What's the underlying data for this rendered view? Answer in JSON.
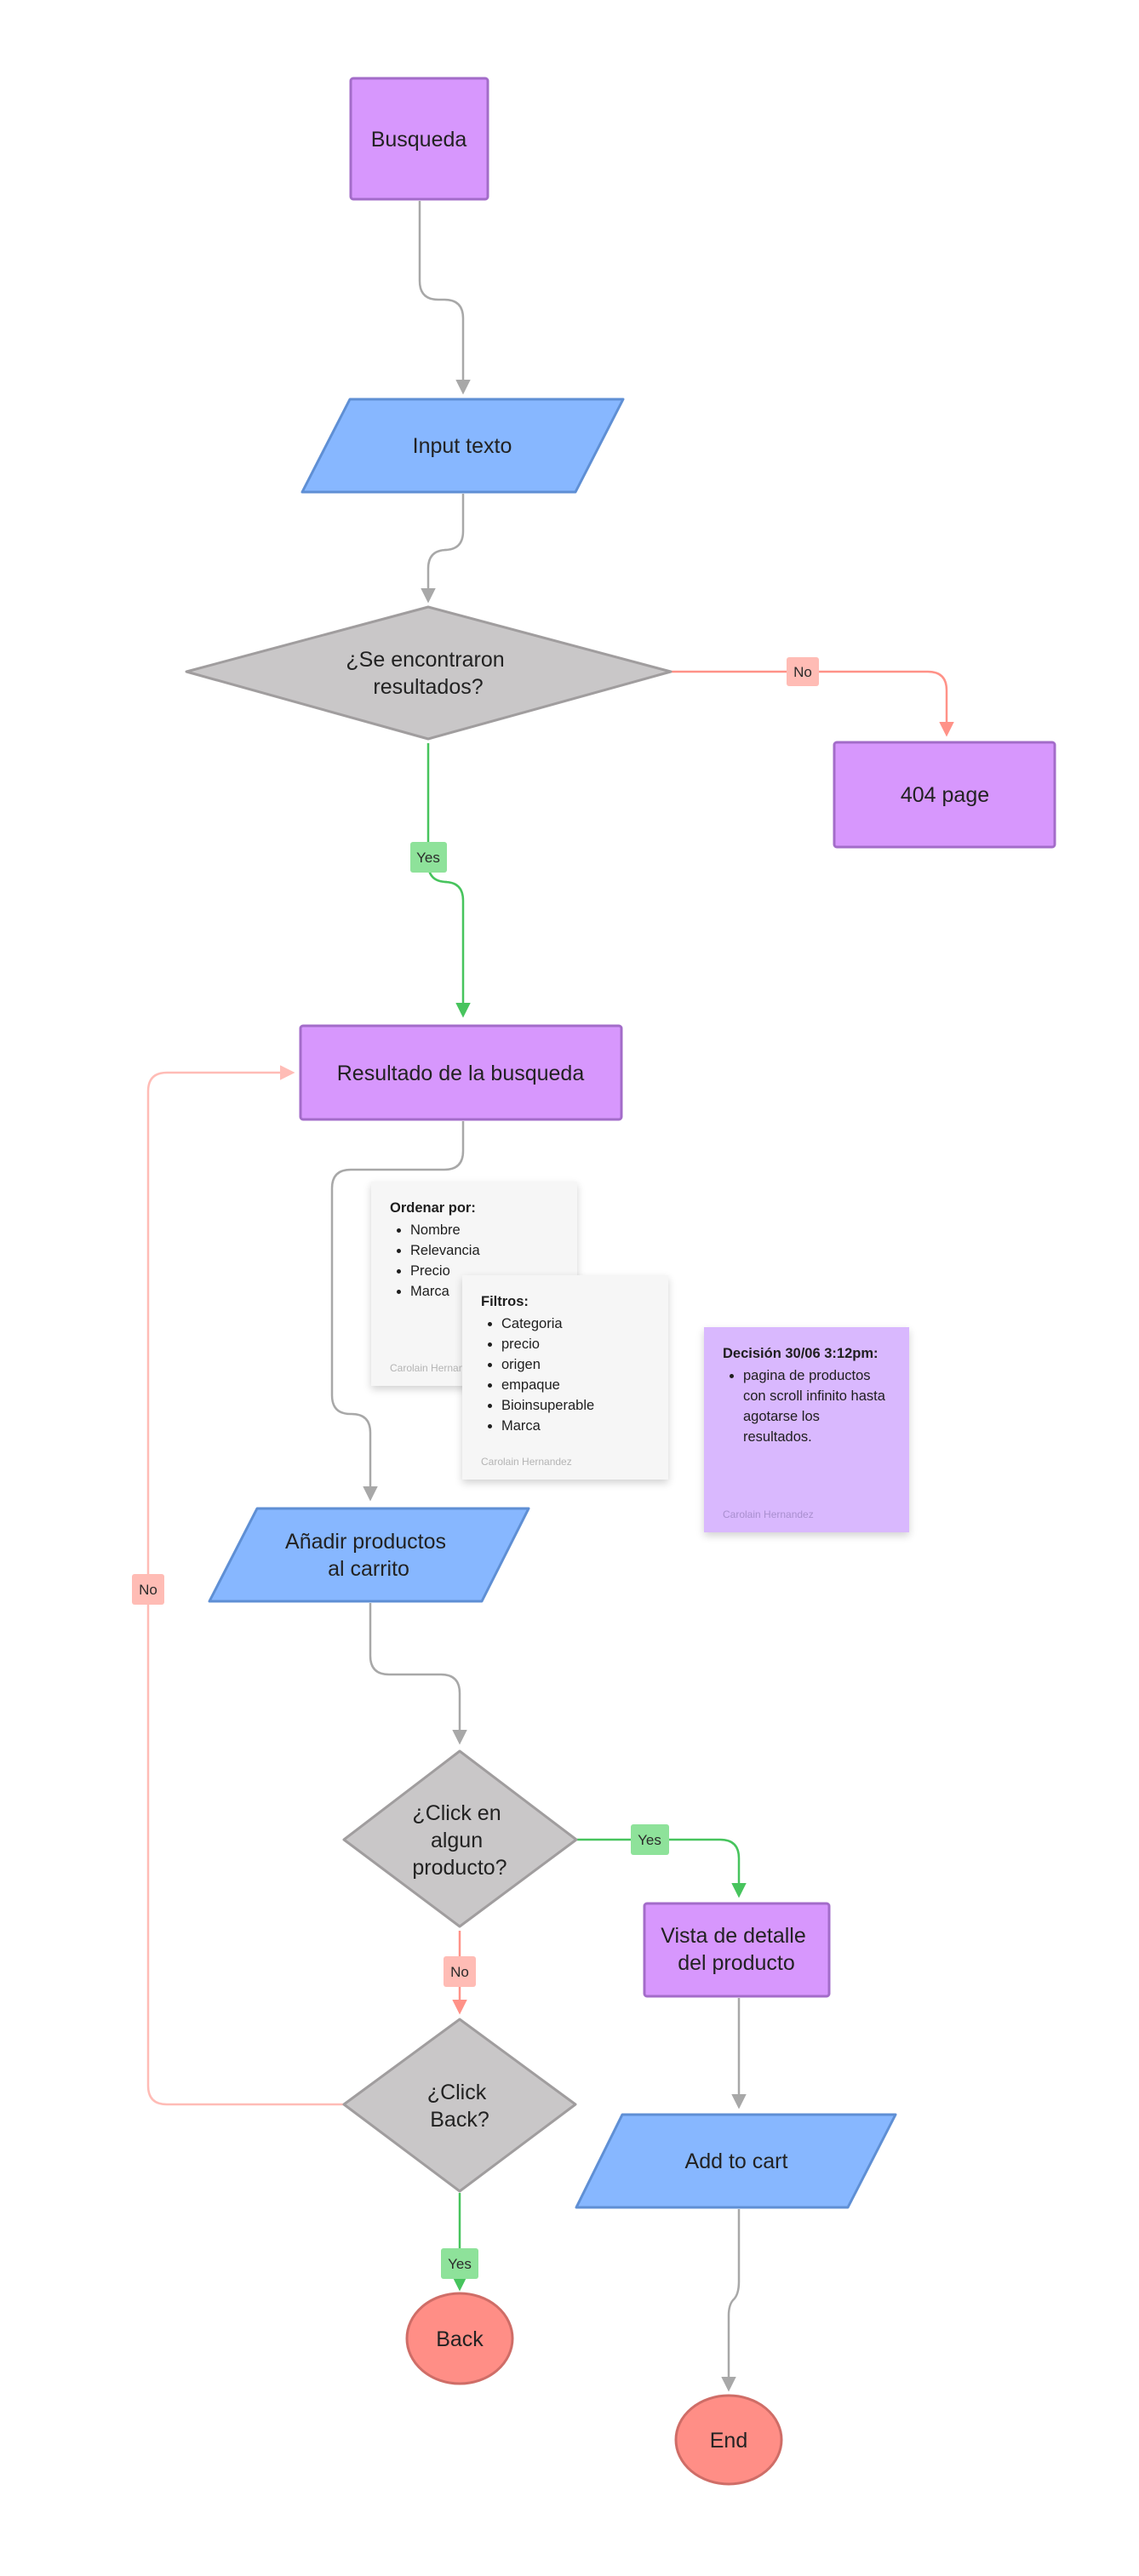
{
  "colors": {
    "process": "#d797fd",
    "process_border": "#a36cc9",
    "io": "#87b7ff",
    "io_border": "#5f8fd4",
    "decision": "#c9c7c8",
    "decision_border": "#a09d9e",
    "terminal": "#ff8e86",
    "terminal_border": "#cf6d67",
    "edge_default": "#a8a8a8",
    "edge_yes": "#47c45d",
    "edge_no": "#ff9288",
    "edge_no_light": "#ffbcb6",
    "yes_badge": "#8ee29a",
    "no_badge": "#ffbcb5"
  },
  "nodes": {
    "busqueda": {
      "label": "Busqueda",
      "shape": "process"
    },
    "input_texto": {
      "label": "Input texto",
      "shape": "input-output"
    },
    "se_encontraron": {
      "label": [
        "¿Se encontraron",
        "resultados?"
      ],
      "shape": "decision"
    },
    "page_404": {
      "label": "404 page",
      "shape": "process"
    },
    "resultado": {
      "label": "Resultado de la busqueda",
      "shape": "process"
    },
    "anadir": {
      "label": [
        "Añadir productos",
        "al carrito"
      ],
      "shape": "input-output"
    },
    "click_producto": {
      "label": [
        "¿Click en",
        "algun",
        "producto?"
      ],
      "shape": "decision"
    },
    "vista_detalle": {
      "label": [
        "Vista de detalle",
        "del producto"
      ],
      "shape": "process"
    },
    "click_back": {
      "label": [
        "¿Click",
        "Back?"
      ],
      "shape": "decision"
    },
    "add_to_cart": {
      "label": "Add to cart",
      "shape": "input-output"
    },
    "back": {
      "label": "Back",
      "shape": "terminal"
    },
    "end": {
      "label": "End",
      "shape": "terminal"
    }
  },
  "edges": [
    {
      "from": "busqueda",
      "to": "input_texto",
      "label": ""
    },
    {
      "from": "input_texto",
      "to": "se_encontraron",
      "label": ""
    },
    {
      "from": "se_encontraron",
      "to": "page_404",
      "label": "No"
    },
    {
      "from": "se_encontraron",
      "to": "resultado",
      "label": "Yes"
    },
    {
      "from": "resultado",
      "to": "anadir",
      "label": ""
    },
    {
      "from": "anadir",
      "to": "click_producto",
      "label": ""
    },
    {
      "from": "click_producto",
      "to": "vista_detalle",
      "label": "Yes"
    },
    {
      "from": "click_producto",
      "to": "click_back",
      "label": "No"
    },
    {
      "from": "click_back",
      "to": "resultado",
      "label": "No"
    },
    {
      "from": "click_back",
      "to": "back",
      "label": "Yes"
    },
    {
      "from": "vista_detalle",
      "to": "add_to_cart",
      "label": ""
    },
    {
      "from": "add_to_cart",
      "to": "end",
      "label": ""
    }
  ],
  "stickies": {
    "ordenar": {
      "title": "Ordenar por:",
      "items": [
        "Nombre",
        "Relevancia",
        "Precio",
        "Marca"
      ],
      "author": "Carolain Hernandez"
    },
    "filtros": {
      "title": "Filtros:",
      "items": [
        "Categoria",
        "precio",
        "origen",
        "empaque",
        "Bioinsuperable",
        "Marca"
      ],
      "author": "Carolain Hernandez"
    },
    "decision": {
      "title": "Decisión 30/06 3:12pm:",
      "items": [
        "pagina de productos con scroll infinito hasta agotarse los resultados."
      ],
      "author": "Carolain Hernandez"
    }
  }
}
